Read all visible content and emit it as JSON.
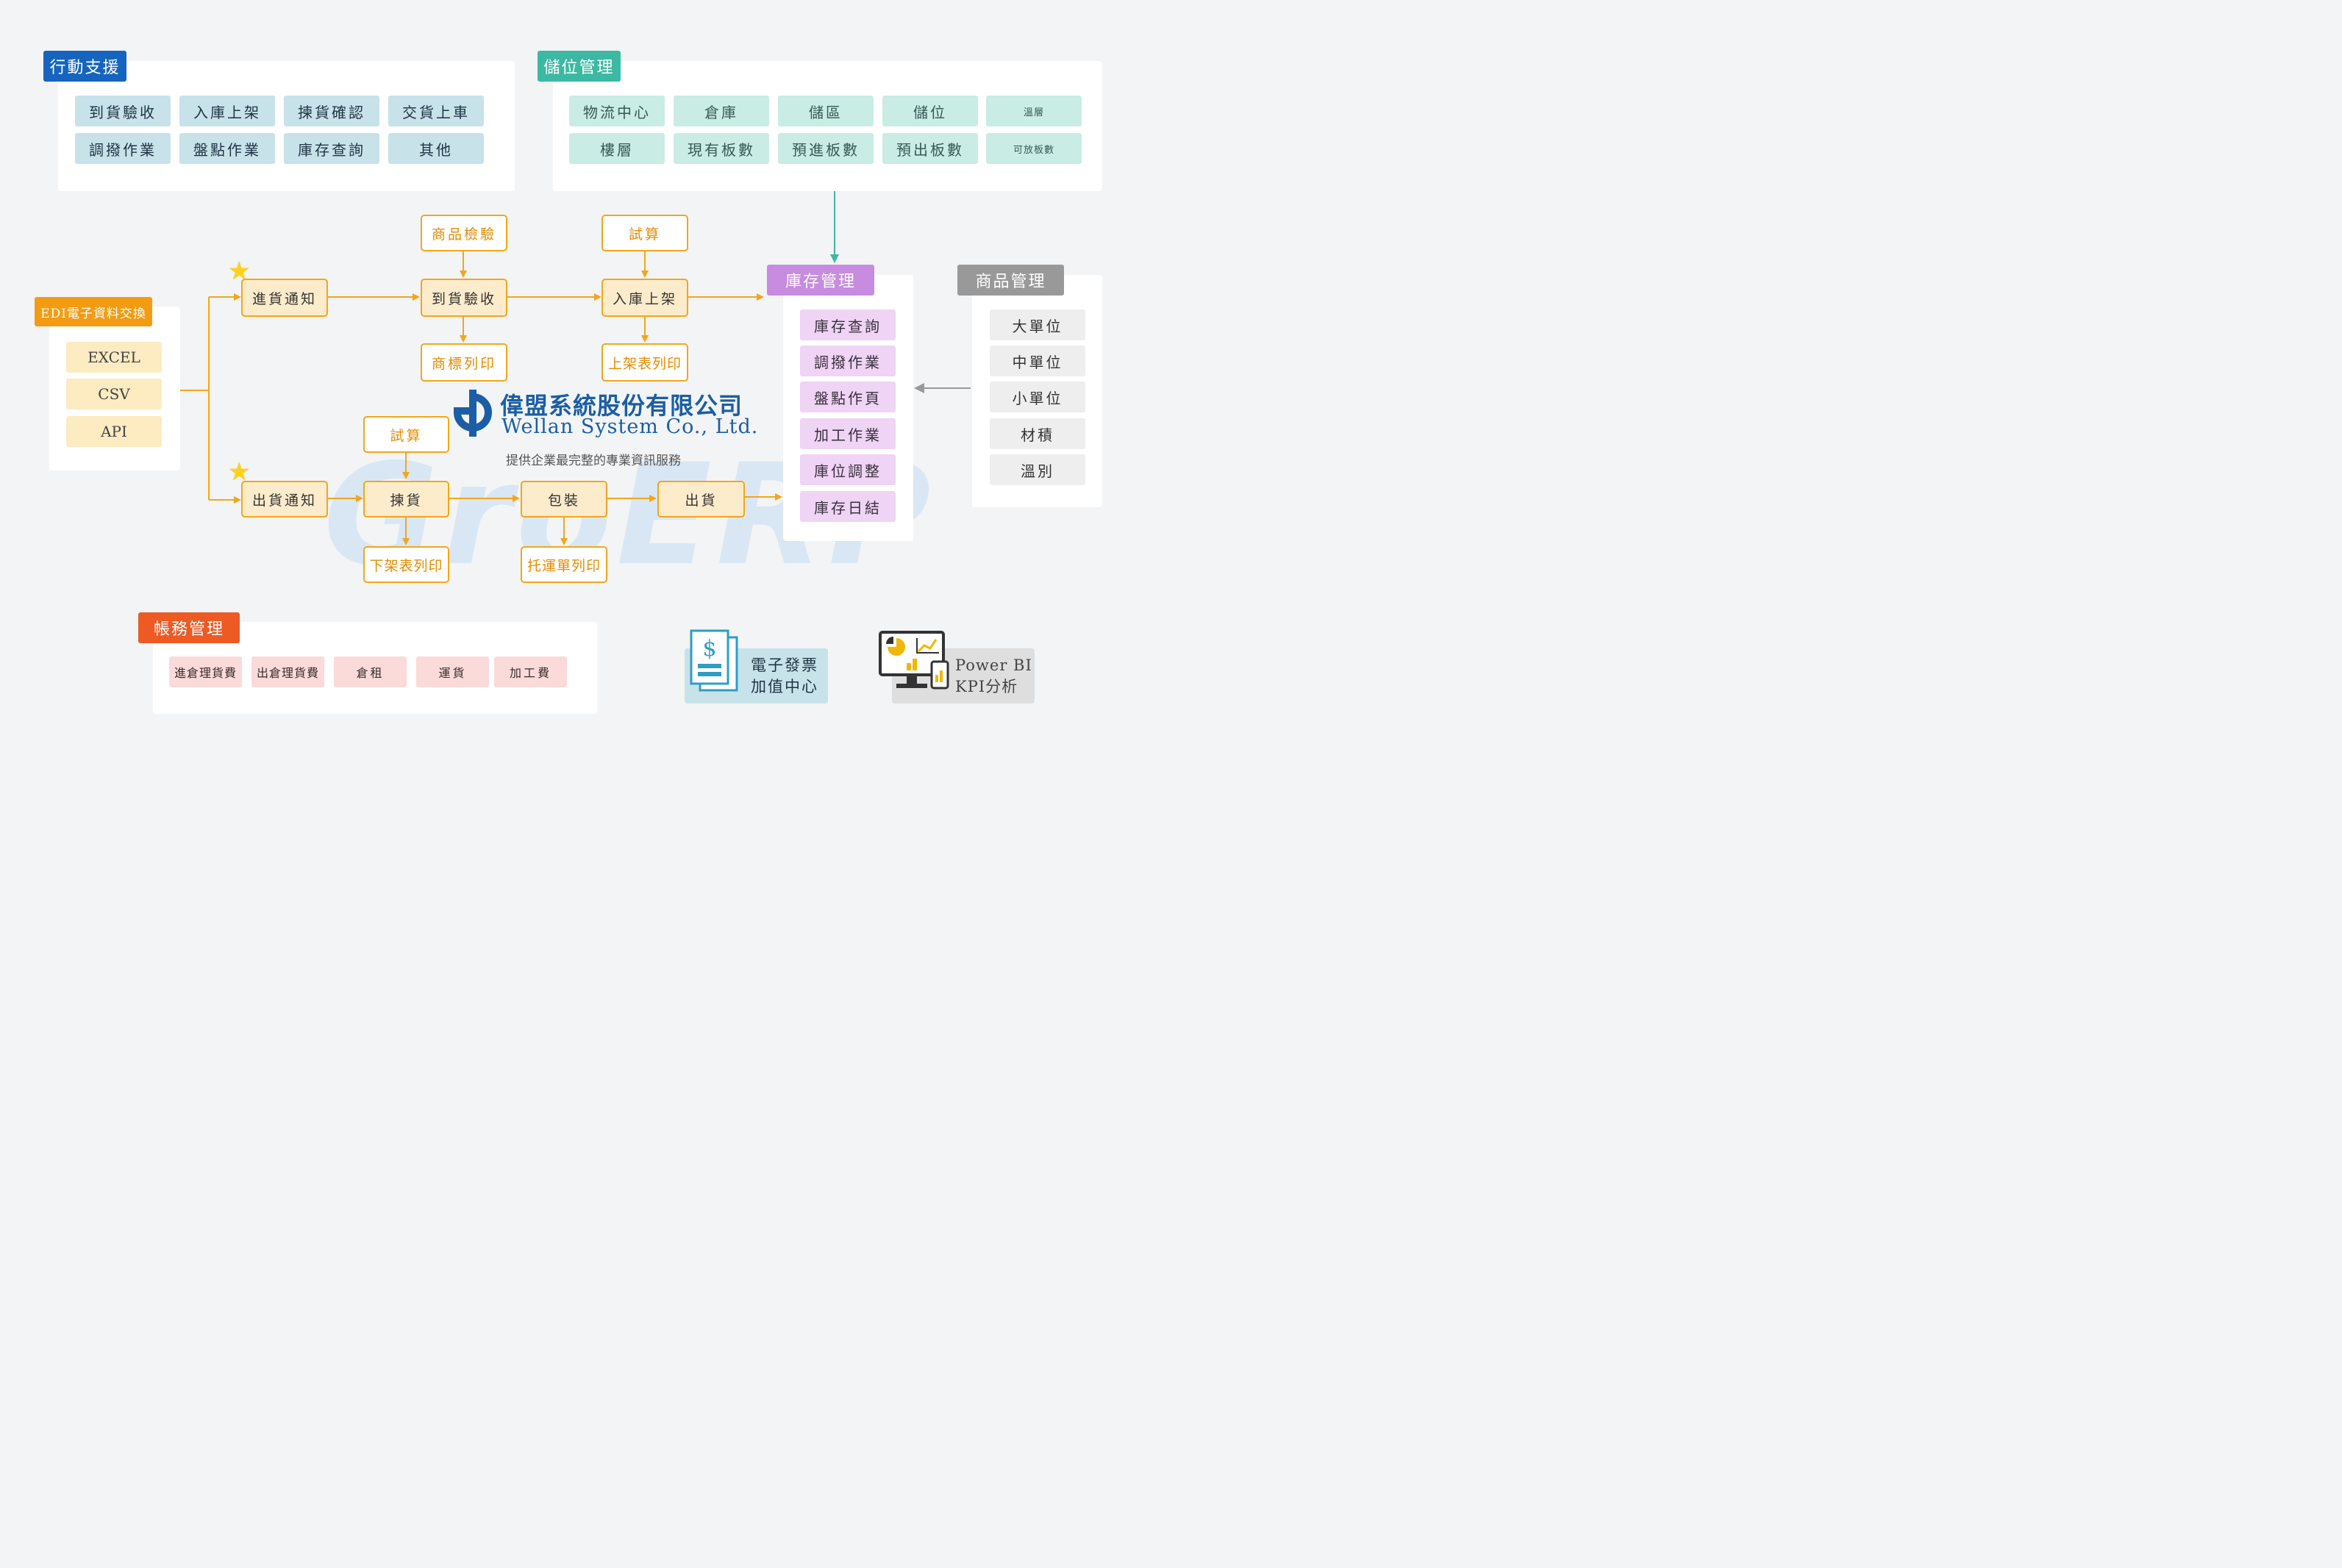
{
  "mobile": {
    "title": "行動支援",
    "items": [
      "到貨驗收",
      "入庫上架",
      "揀貨確認",
      "交貨上車",
      "調撥作業",
      "盤點作業",
      "庫存查詢",
      "其他"
    ]
  },
  "storage": {
    "title": "儲位管理",
    "items": [
      "物流中心",
      "倉庫",
      "儲區",
      "儲位",
      "溫層",
      "樓層",
      "現有板數",
      "預進板數",
      "預出板數",
      "可放板數"
    ]
  },
  "edi": {
    "title": "EDI電子資料交換",
    "items": [
      "EXCEL",
      "CSV",
      "API"
    ]
  },
  "inbound": {
    "notice": "進貨通知",
    "receive": "到貨驗收",
    "putaway": "入庫上架",
    "inspect": "商品檢驗",
    "calc": "試算",
    "label_print": "商標列印",
    "putaway_print": "上架表列印"
  },
  "outbound": {
    "notice": "出貨通知",
    "pick": "揀貨",
    "pack": "包裝",
    "ship": "出貨",
    "calc": "試算",
    "pick_print": "下架表列印",
    "waybill_print": "托運單列印"
  },
  "inventory": {
    "title": "庫存管理",
    "items": [
      "庫存查詢",
      "調撥作業",
      "盤點作頁",
      "加工作業",
      "庫位調整",
      "庫存日結"
    ]
  },
  "product": {
    "title": "商品管理",
    "items": [
      "大單位",
      "中單位",
      "小單位",
      "材積",
      "溫別"
    ]
  },
  "accounting": {
    "title": "帳務管理",
    "items": [
      "進倉理貨費",
      "出倉理貨費",
      "倉租",
      "運貨",
      "加工費"
    ]
  },
  "einvoice": {
    "line1": "電子發票",
    "line2": "加值中心",
    "icon": "invoice-icon"
  },
  "powerbi": {
    "line1": "Power BI",
    "line2": "KPI分析",
    "icon": "dashboard-icon"
  },
  "company": {
    "name_cn": "偉盟系統股份有限公司",
    "name_en": "Wellan System Co., Ltd.",
    "slogan": "提供企業最完整的專業資訊服務"
  },
  "watermark": "GroERP",
  "colors": {
    "mobile": "#1565c0",
    "storage": "#3bb9a3",
    "edi": "#f39c12",
    "inventory": "#c78be0",
    "product": "#999999",
    "accounting": "#ee5a24",
    "flow": "#f3a61a",
    "brand": "#1b5ea6"
  }
}
